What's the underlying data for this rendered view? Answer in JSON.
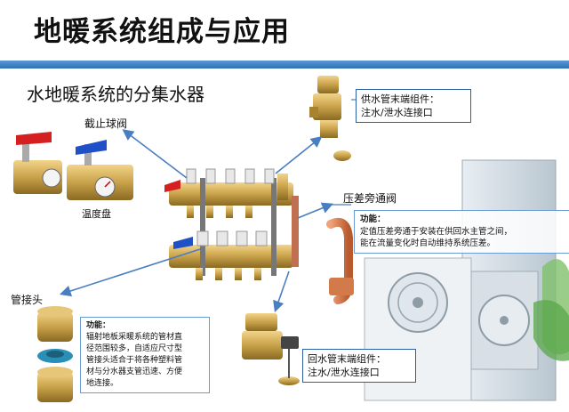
{
  "title": "地暖系统组成与应用",
  "subtitle": "水地暖系统的分集水器",
  "labels": {
    "ball_valve": "截止球阀",
    "thermometer": "温度盘",
    "pipe_fitting": "管接头",
    "bypass_valve": "压差旁通阀"
  },
  "supply_box": {
    "title": "供水管末端组件：",
    "desc": "注水/泄水连接口"
  },
  "return_box": {
    "title": "回水管末端组件：",
    "desc": "注水/泄水连接口"
  },
  "bypass_info": {
    "heading": "功能：",
    "line1": "定值压差旁通于安装在供回水主管之间，",
    "line2": "能在流量变化时自动维持系统压差。"
  },
  "fitting_info": {
    "heading": "功能：",
    "line1": "辐射地板采暖系统的管材直",
    "line2": "径范围较多，自适应尺寸型",
    "line3": "管接头适合于将各种塑料管",
    "line4": "材与分水器支管迅速、方便",
    "line5": "地连接。"
  },
  "colors": {
    "accent_blue": "#2f6fb6",
    "brass": "#c9a24a",
    "red_handle": "#d42020",
    "blue_handle": "#2050c8",
    "copper": "#d27a4a"
  }
}
